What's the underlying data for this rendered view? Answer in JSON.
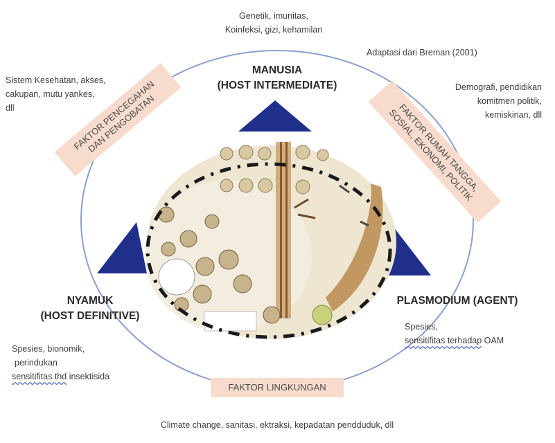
{
  "notes": {
    "top_center": [
      "Genetik, imunitas,",
      "Koinfeksi, gizi, kehamilan"
    ],
    "top_right": "Adaptasi dari Breman (2001)",
    "left_top": [
      "Sistem Kesehatan, akses,",
      "cakupan, mutu yankes,",
      "dll"
    ],
    "right_top": [
      "Demografi, pendidikan",
      "komitmen politik,",
      "kemiskinan, dll"
    ],
    "bottom_left": [
      "Spesies, bionomik,",
      "perindukan"
    ],
    "bottom_left_underlined": "sensitifitas thd",
    "bottom_left_tail": "insektisida",
    "bottom_right": "Spesies,",
    "bottom_right_underlined": "sensitifitas terhadap",
    "bottom_right_tail": "OAM",
    "bottom": "Climate change, sanitasi, ektraksi, kepadatan pendduduk, dll"
  },
  "nodes": {
    "manusia": [
      "MANUSIA",
      "(HOST INTERMEDIATE)"
    ],
    "nyamuk": [
      "NYAMUK",
      "(HOST DEFINITIVE)"
    ],
    "plasmodium": "PLASMODIUM (AGENT)"
  },
  "bands": {
    "pencegahan": [
      "FAKTOR PENCEGAHAN",
      "DAN PENGOBATAN"
    ],
    "rumah_tangga": [
      "FAKTOR  RUMAH TANGGA,",
      "SOSIAL, EKONOMI, POLITIK"
    ],
    "lingkungan": "FAKTOR LINGKUNGAN"
  },
  "colors": {
    "triangle": "#1f2f8a",
    "circle": "#8aa0cc",
    "band": "#f7dccd",
    "lifecycle_bg": "#efe6d2"
  }
}
